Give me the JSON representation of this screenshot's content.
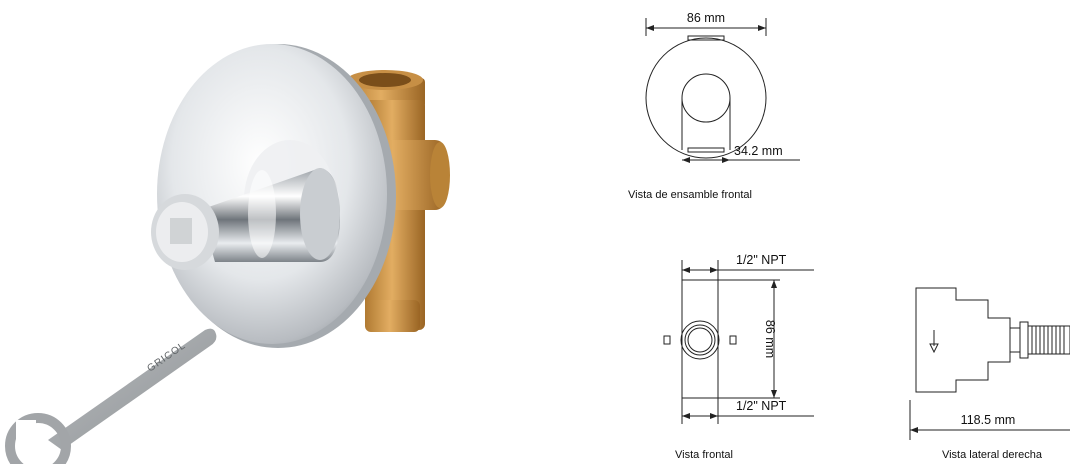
{
  "photo": {
    "wrench_brand": "GRICOL"
  },
  "front_assembly": {
    "diameter_label": "86 mm",
    "button_label": "34.2 mm",
    "caption": "Vista de ensamble frontal"
  },
  "front_view": {
    "top_thread_label": "1/2\" NPT",
    "height_label": "86 mm",
    "bottom_thread_label": "1/2\" NPT",
    "caption": "Vista frontal"
  },
  "side_view": {
    "length_label": "118.5 mm",
    "caption": "Vista lateral derecha"
  }
}
